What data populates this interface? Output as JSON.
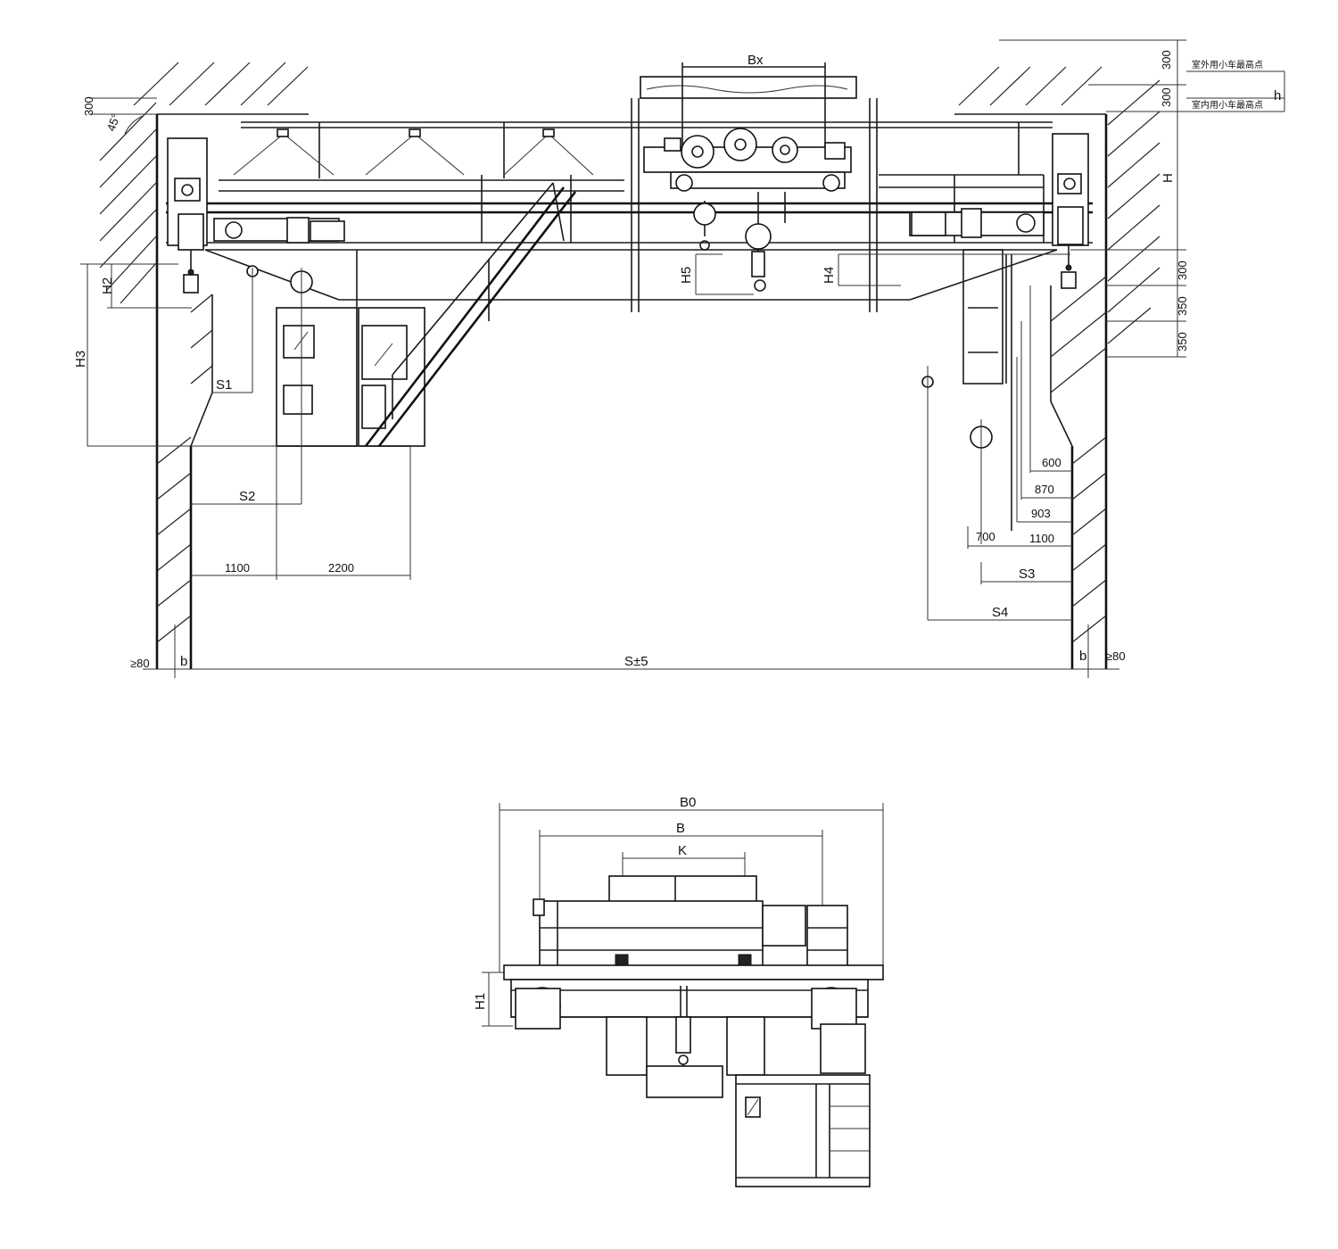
{
  "labels": {
    "bx": "Bx",
    "h": "H",
    "h_small": "h",
    "h2": "H2",
    "h3": "H3",
    "h4": "H4",
    "h5": "H5",
    "s1": "S1",
    "s2": "S2",
    "s3": "S3",
    "s4": "S4",
    "span": "S±5",
    "b_left": "b",
    "b_right": "b",
    "clear_left": "≥80",
    "clear_right": "≥80",
    "angle": "45°",
    "top_left_300": "300",
    "top_right_300a": "300",
    "top_right_300b": "300",
    "right_300": "300",
    "right_350a": "350",
    "right_350b": "350",
    "d1100_left": "1100",
    "d2200": "2200",
    "d600": "600",
    "d870": "870",
    "d903": "903",
    "d700": "700",
    "d1100_right": "1100",
    "outdoor_note": "室外用小车最高点",
    "indoor_note": "室内用小车最高点",
    "b0": "B0",
    "b": "B",
    "k": "K",
    "h1": "H1"
  }
}
